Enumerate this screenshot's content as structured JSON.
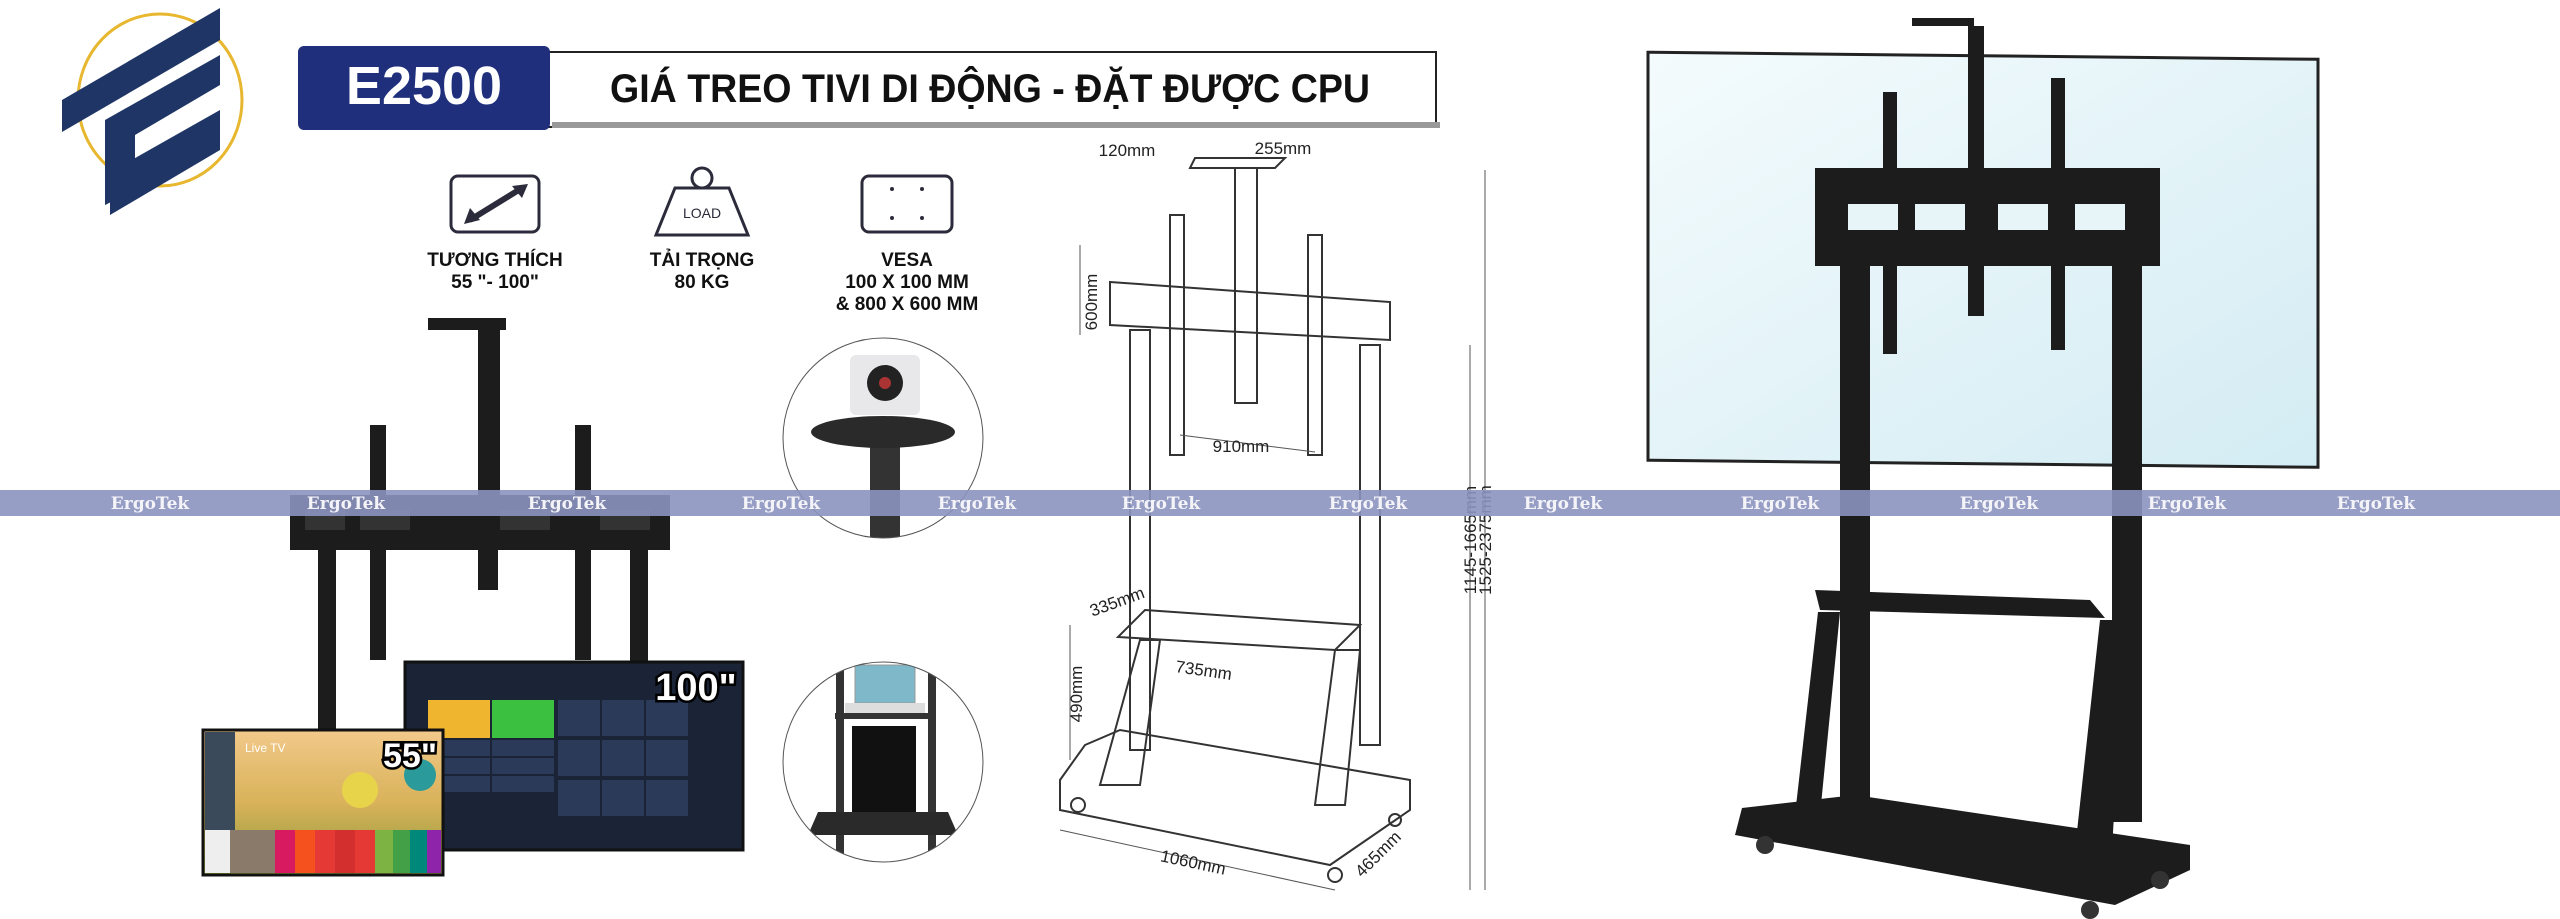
{
  "brand": {
    "logo_name": "ErgoTek logo",
    "logo_colors": {
      "navy": "#1f3566",
      "gold": "#e8b730"
    }
  },
  "header": {
    "model": "E2500",
    "title": "GIÁ TREO TIVI DI ĐỘNG - ĐẶT ĐƯỢC CPU",
    "model_bg": "#1f2f7c"
  },
  "features": [
    {
      "icon": "diagonal-arrow-icon",
      "lines": [
        "TƯƠNG THÍCH",
        "55 \"- 100\""
      ]
    },
    {
      "icon": "weight-load-icon",
      "icon_text": "LOAD",
      "lines": [
        "TẢI TRỌNG",
        "80 KG"
      ]
    },
    {
      "icon": "vesa-plate-icon",
      "lines": [
        "VESA",
        "100 X 100 MM",
        "& 800 X 600 MM"
      ]
    }
  ],
  "screens": {
    "small_size": "55\"",
    "large_size": "100\"",
    "small_screen_text": "Live TV"
  },
  "dimensions": {
    "tray_depth": "120mm",
    "tray_width": "255mm",
    "bracket_height": "600mm",
    "bracket_width": "910mm",
    "shelf_depth": "335mm",
    "shelf_width": "735mm",
    "shelf_height": "490mm",
    "base_width": "1060mm",
    "base_depth": "465mm",
    "mount_height": "1145-1665mm",
    "total_height": "1525-2375mm"
  },
  "watermark": {
    "text": "ErgoTek",
    "band_color": "#8c94c0",
    "labels": [
      "ErgoTek",
      "ErgoTek",
      "ErgoTek",
      "ErgoTek",
      "ErgoTek",
      "ErgoTek",
      "ErgoTek",
      "ErgoTek",
      "ErgoTek",
      "ErgoTek",
      "ErgoTek",
      "ErgoTek"
    ]
  }
}
